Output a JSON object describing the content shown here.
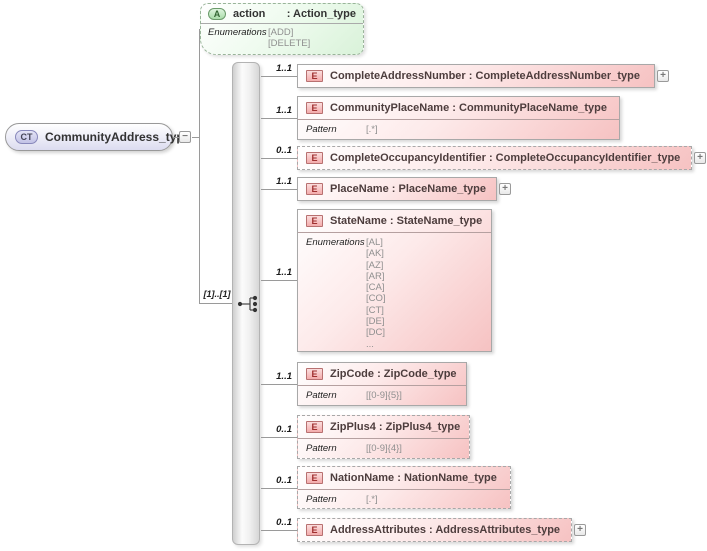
{
  "ui": {
    "colon": ":",
    "plus": "+",
    "minus": "−",
    "e_badge": "E"
  },
  "root": {
    "badge": "CT",
    "label": "CommunityAddress_type"
  },
  "attribute": {
    "badge": "A",
    "name": "action",
    "colon": ":",
    "type": "Action_type",
    "enum_label": "Enumerations",
    "enum_values": [
      "[ADD]",
      "[DELETE]"
    ]
  },
  "sequence": {
    "cardinality": "[1]..[1]"
  },
  "elements": [
    {
      "cardinality": "1..1",
      "name": "CompleteAddressNumber",
      "type": "CompleteAddressNumber_type"
    },
    {
      "cardinality": "1..1",
      "name": "CommunityPlaceName",
      "type": "CommunityPlaceName_type",
      "pattern_label": "Pattern",
      "pattern": "[.*]"
    },
    {
      "cardinality": "0..1",
      "name": "CompleteOccupancyIdentifier",
      "type": "CompleteOccupancyIdentifier_type"
    },
    {
      "cardinality": "1..1",
      "name": "PlaceName",
      "type": "PlaceName_type"
    },
    {
      "cardinality": "1..1",
      "name": "StateName",
      "type": "StateName_type",
      "enum_label": "Enumerations",
      "enum_values": [
        "[AL]",
        "[AK]",
        "[AZ]",
        "[AR]",
        "[CA]",
        "[CO]",
        "[CT]",
        "[DE]",
        "[DC]",
        "..."
      ]
    },
    {
      "cardinality": "1..1",
      "name": "ZipCode",
      "type": "ZipCode_type",
      "pattern_label": "Pattern",
      "pattern": "[[0-9]{5}]"
    },
    {
      "cardinality": "0..1",
      "name": "ZipPlus4",
      "type": "ZipPlus4_type",
      "pattern_label": "Pattern",
      "pattern": "[[0-9]{4}]"
    },
    {
      "cardinality": "0..1",
      "name": "NationName",
      "type": "NationName_type",
      "pattern_label": "Pattern",
      "pattern": "[.*]"
    },
    {
      "cardinality": "0..1",
      "name": "AddressAttributes",
      "type": "AddressAttributes_type"
    }
  ]
}
